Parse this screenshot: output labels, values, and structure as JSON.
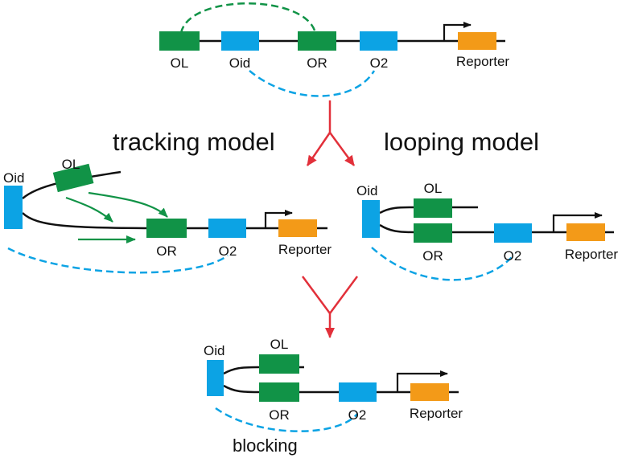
{
  "colors": {
    "green": "#119347",
    "blue": "#0CA3E4",
    "orange": "#F39A18",
    "red": "#E2303A",
    "black": "#111111"
  },
  "labels": {
    "ol": "OL",
    "oid": "Oid",
    "or": "OR",
    "o2": "O2",
    "reporter": "Reporter",
    "tracking_model": "tracking model",
    "looping_model": "looping model",
    "blocking": "blocking"
  }
}
